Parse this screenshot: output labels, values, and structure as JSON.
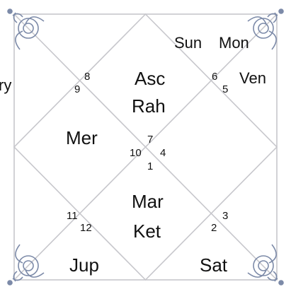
{
  "chart": {
    "cut_text_left": "ry",
    "houses": [
      {
        "id": "top-center",
        "planets": [
          "Asc",
          "Rah"
        ]
      },
      {
        "id": "top-right",
        "planets": [
          "Sun",
          "Mon"
        ]
      },
      {
        "id": "right-upper",
        "planets": [
          "Ven"
        ]
      },
      {
        "id": "left-middle",
        "planets": [
          "Mer"
        ]
      },
      {
        "id": "bottom-center",
        "planets": [
          "Mar",
          "Ket"
        ]
      },
      {
        "id": "bottom-left",
        "planets": [
          "Jup"
        ]
      },
      {
        "id": "bottom-right",
        "planets": [
          "Sat"
        ]
      }
    ],
    "sign_numbers": {
      "top_left_a": "8",
      "top_left_b": "9",
      "top_right_a": "6",
      "top_right_b": "5",
      "center_top": "7",
      "center_left": "10",
      "center_right": "4",
      "center_bottom": "1",
      "bottom_left_a": "11",
      "bottom_left_b": "12",
      "bottom_right_a": "2",
      "bottom_right_b": "3"
    }
  },
  "colors": {
    "line": "#c7c7cc",
    "text": "#111111",
    "ornament": "#7c8aa8"
  }
}
